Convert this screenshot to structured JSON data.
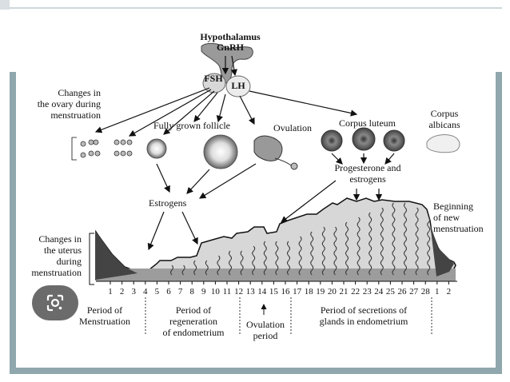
{
  "hormones": {
    "hypothalamus": "Hypothalamus",
    "gnrh": "GnRH",
    "fsh": "FSH",
    "lh": "LH"
  },
  "ovary": {
    "changes_label": [
      "Changes in",
      "the ovary during",
      "menstruation"
    ],
    "follicle": "Fully grown follicle",
    "ovulation": "Ovulation",
    "corpus_luteum": "Corpus luteum",
    "corpus_albicans": [
      "Corpus",
      "albicans"
    ]
  },
  "hormone_outputs": {
    "estrogens": "Estrogens",
    "progesterone": [
      "Progesterone and",
      "estrogens"
    ]
  },
  "uterus": {
    "changes_label": [
      "Changes in",
      "the uterus",
      "during",
      "menstruation"
    ],
    "new_menstruation": [
      "Beginning",
      "of new",
      "menstruation"
    ]
  },
  "days": [
    "1",
    "2",
    "3",
    "4",
    "5",
    "6",
    "7",
    "8",
    "9",
    "10",
    "11",
    "12",
    "13",
    "14",
    "15",
    "16",
    "17",
    "18",
    "19",
    "20",
    "21",
    "22",
    "23",
    "24",
    "25",
    "26",
    "27",
    "28",
    "1",
    "2"
  ],
  "phases": {
    "menstruation": [
      "Period of",
      "Menstruation"
    ],
    "regeneration": [
      "Period of",
      "regeneration",
      "of endometrium"
    ],
    "ovulation": [
      "Ovulation",
      "period"
    ],
    "secretion": [
      "Period of secretions of",
      "glands in endometrium"
    ]
  },
  "colors": {
    "frame_bar": "#8fa7ad",
    "lens_button": "#6b6b6b",
    "ink": "#111111"
  },
  "icons": [
    "lens-icon"
  ]
}
